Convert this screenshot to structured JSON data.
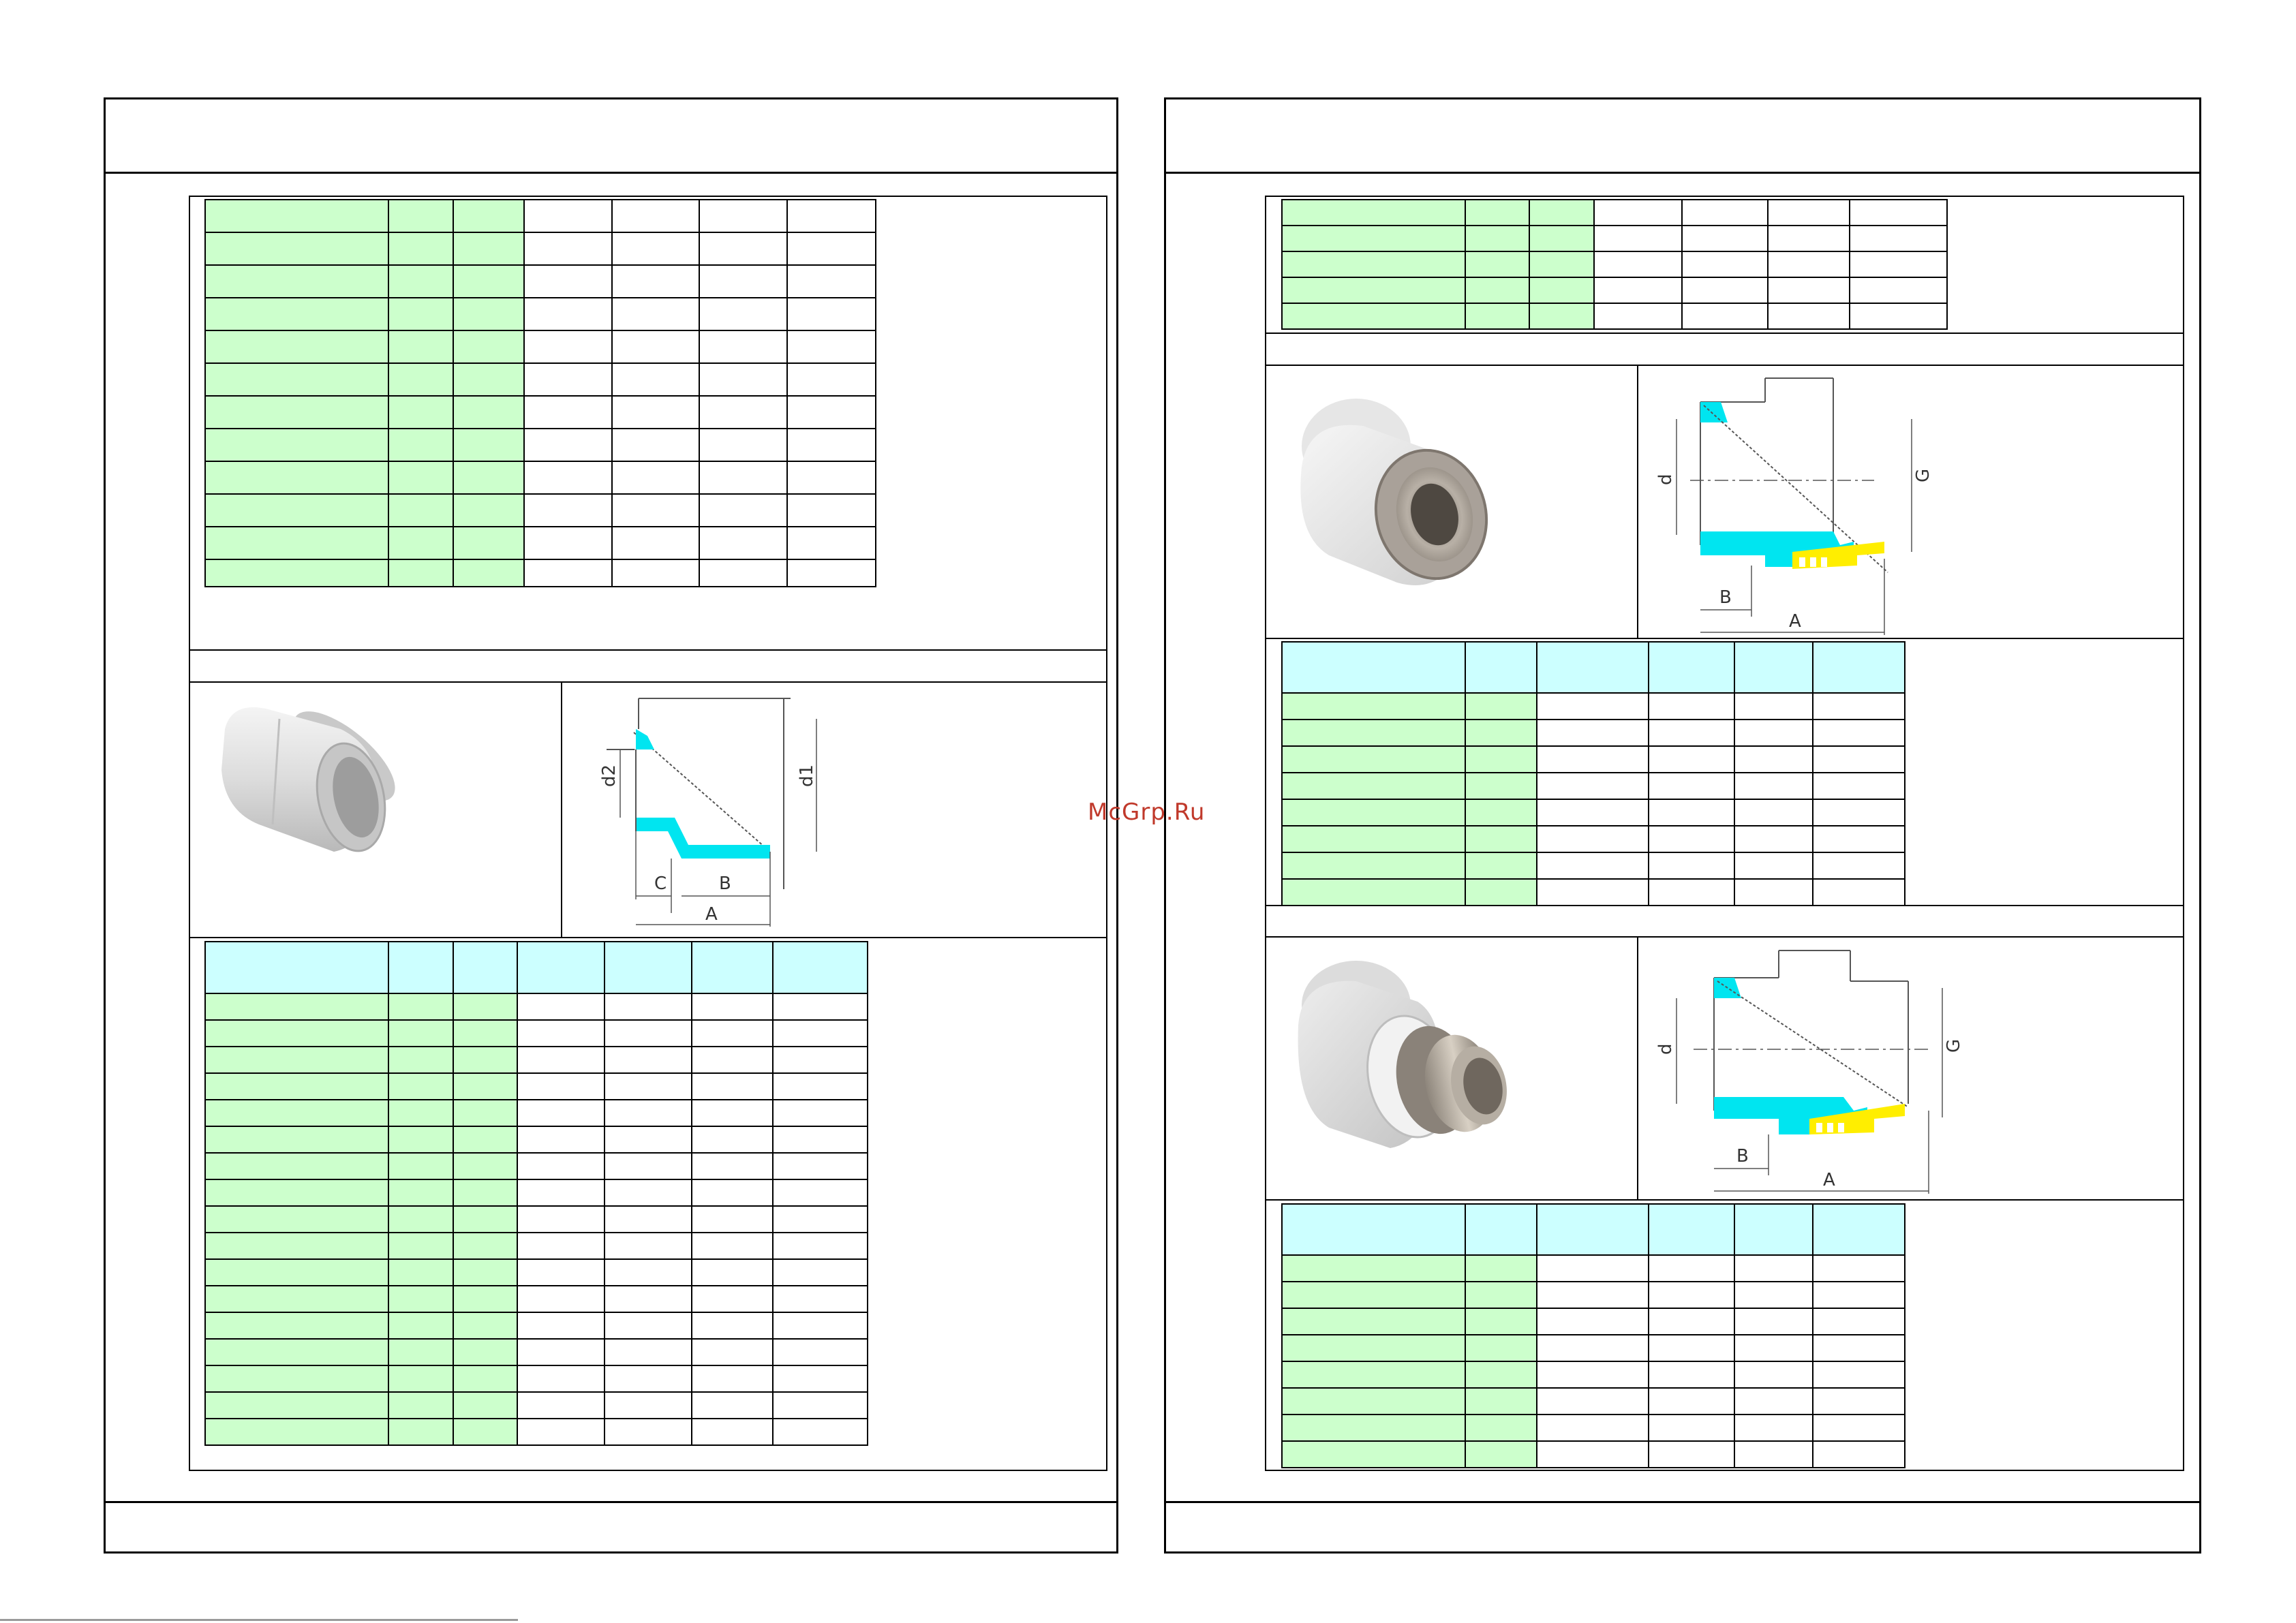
{
  "watermark": "McGrp.Ru",
  "colors": {
    "green_cell": "#ccffcc",
    "cyan_cell": "#ccffff",
    "pipe_cyan": "#00e5f0",
    "thread_yellow": "#ffee00",
    "watermark_red": "#c0392b"
  },
  "diagrams": {
    "reducer": {
      "labels": {
        "a": "A",
        "b": "B",
        "c": "C",
        "d1": "d1",
        "d2": "d2"
      }
    },
    "female_adapter": {
      "labels": {
        "a": "A",
        "b": "B",
        "d": "d",
        "g": "G"
      }
    },
    "male_adapter": {
      "labels": {
        "a": "A",
        "b": "B",
        "d": "d",
        "g": "G"
      }
    }
  }
}
